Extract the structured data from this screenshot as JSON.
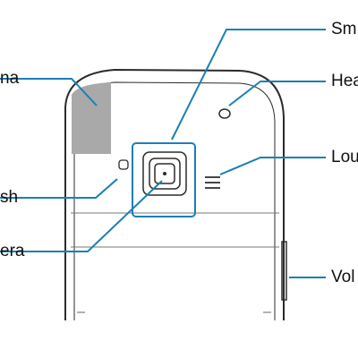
{
  "labels": {
    "antenna": "na",
    "flash": "sh",
    "camera": "era",
    "smart": "Sm",
    "headset": "Hea",
    "speaker": "Lou",
    "volume": "Vol"
  },
  "colors": {
    "accent": "#1a7fb5",
    "outline": "#2b2b2b",
    "antenna_fill": "#a9a9a9",
    "label_text": "#111111"
  }
}
